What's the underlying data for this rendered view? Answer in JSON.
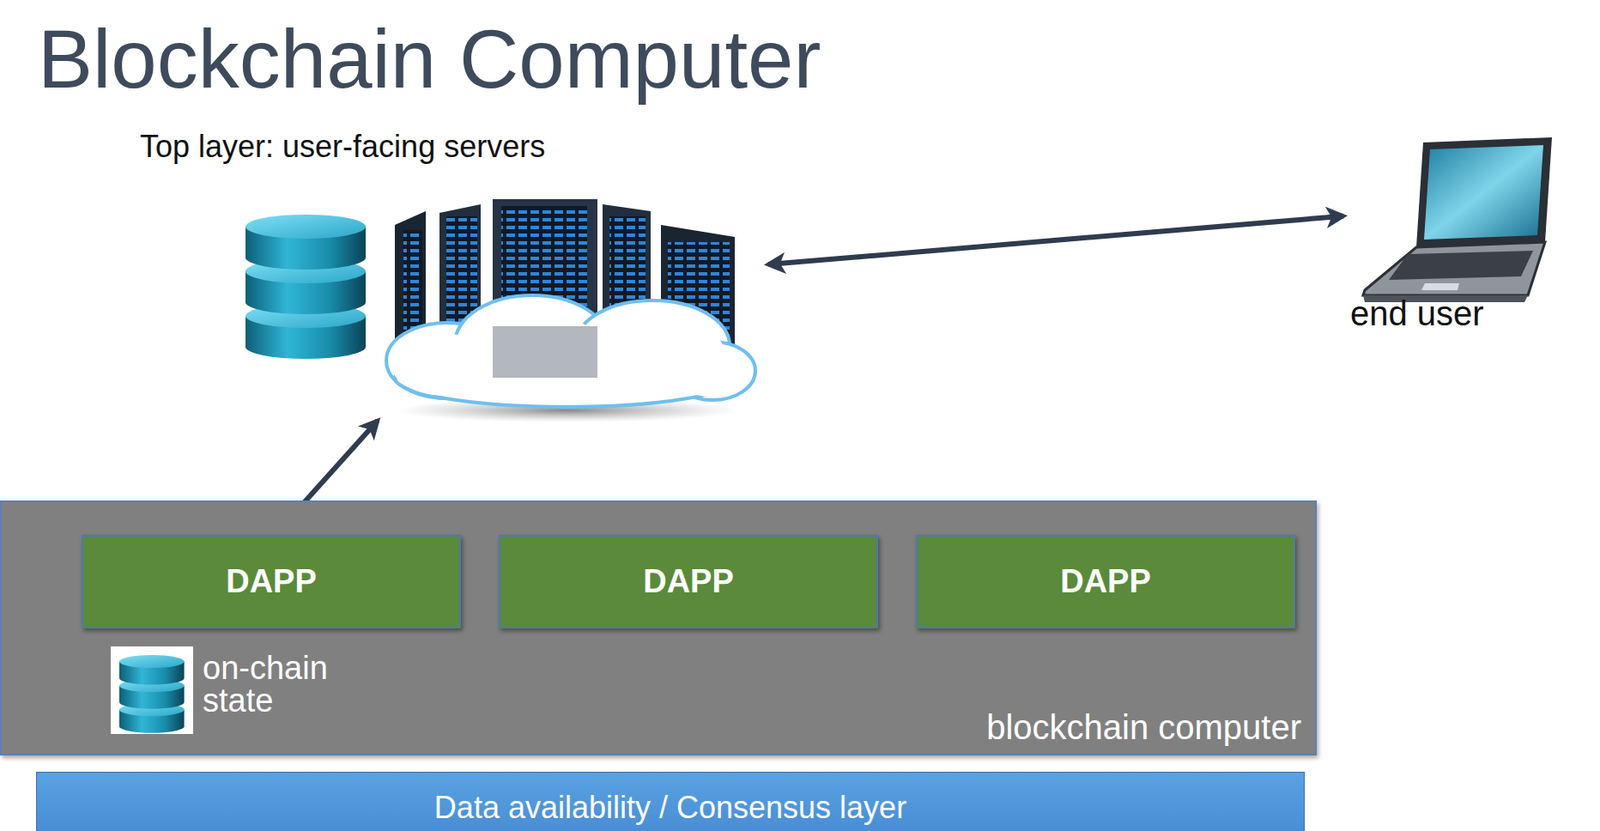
{
  "diagram": {
    "title": "Blockchain Computer",
    "nodes": [
      {
        "text": [
          "Top layer: user-facing servers"
        ]
      },
      {
        "text": [
          "end user"
        ]
      },
      {
        "text": [
          "blockchain computer"
        ]
      },
      {
        "text": [
          "DAPP"
        ],
        "in": 2
      },
      {
        "text": [
          "DAPP"
        ],
        "in": 2
      },
      {
        "text": [
          "DAPP"
        ],
        "in": 2
      },
      {
        "text": [
          "on-chain state"
        ],
        "in": 2
      },
      {
        "text": [
          "Data availability / Consensus layer"
        ]
      }
    ],
    "edges": [
      {
        "from": 0,
        "to": 1,
        "arrow": "both"
      },
      {
        "from": 0,
        "to": 3,
        "arrow": "both"
      }
    ]
  }
}
